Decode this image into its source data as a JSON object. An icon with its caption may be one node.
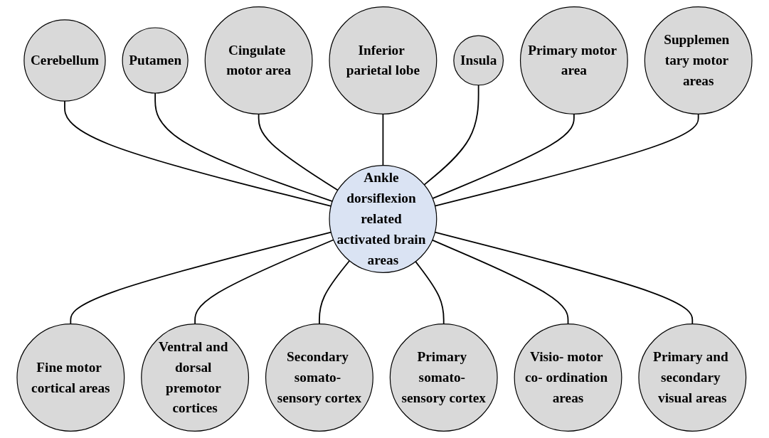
{
  "diagram": {
    "nodes": [
      {
        "text": [
          "Ankle dorsiflexion related activated brain areas"
        ]
      },
      {
        "text": [
          "Cerebellum"
        ]
      },
      {
        "text": [
          "Putamen"
        ]
      },
      {
        "text": [
          "Cingulate motor area"
        ]
      },
      {
        "text": [
          "Inferior parietal lobe"
        ]
      },
      {
        "text": [
          "Insula"
        ]
      },
      {
        "text": [
          "Primary motor area"
        ]
      },
      {
        "text": [
          "Supplemen tary motor areas"
        ]
      },
      {
        "text": [
          "Fine motor cortical areas"
        ]
      },
      {
        "text": [
          "Ventral and dorsal premotor cortices"
        ]
      },
      {
        "text": [
          "Secondary somato- sensory cortex"
        ]
      },
      {
        "text": [
          "Primary somato- sensory cortex"
        ]
      },
      {
        "text": [
          "Visio- motor co- ordination areas"
        ]
      },
      {
        "text": [
          "Primary and secondary visual areas"
        ]
      }
    ],
    "edges": [
      {
        "from": 1,
        "to": 0,
        "arrow": "none"
      },
      {
        "from": 2,
        "to": 0,
        "arrow": "none"
      },
      {
        "from": 3,
        "to": 0,
        "arrow": "none"
      },
      {
        "from": 4,
        "to": 0,
        "arrow": "none"
      },
      {
        "from": 5,
        "to": 0,
        "arrow": "none"
      },
      {
        "from": 6,
        "to": 0,
        "arrow": "none"
      },
      {
        "from": 7,
        "to": 0,
        "arrow": "none"
      },
      {
        "from": 0,
        "to": 8,
        "arrow": "none"
      },
      {
        "from": 0,
        "to": 9,
        "arrow": "none"
      },
      {
        "from": 0,
        "to": 10,
        "arrow": "none"
      },
      {
        "from": 0,
        "to": 11,
        "arrow": "none"
      },
      {
        "from": 0,
        "to": 12,
        "arrow": "none"
      },
      {
        "from": 0,
        "to": 13,
        "arrow": "none"
      }
    ]
  }
}
